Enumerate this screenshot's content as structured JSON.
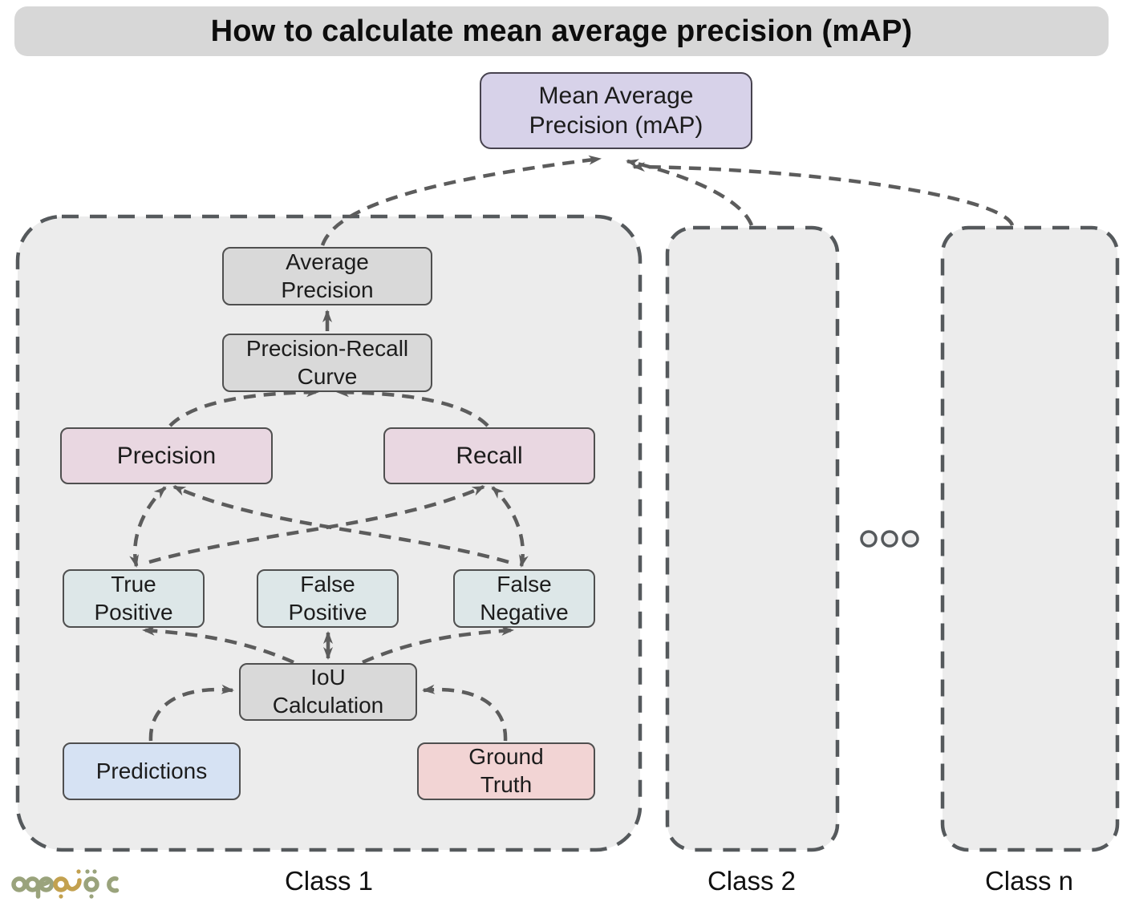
{
  "title": "How to calculate mean average precision (mAP)",
  "root_node": {
    "line1": "Mean Average",
    "line2": "Precision (mAP)"
  },
  "nodes": {
    "average_precision": {
      "line1": "Average",
      "line2": "Precision"
    },
    "pr_curve": {
      "line1": "Precision-Recall",
      "line2": "Curve"
    },
    "precision": {
      "label": "Precision"
    },
    "recall": {
      "label": "Recall"
    },
    "true_positive": {
      "line1": "True",
      "line2": "Positive"
    },
    "false_positive": {
      "line1": "False",
      "line2": "Positive"
    },
    "false_negative": {
      "line1": "False",
      "line2": "Negative"
    },
    "iou": {
      "line1": "IoU",
      "line2": "Calculation"
    },
    "predictions": {
      "label": "Predictions"
    },
    "ground_truth": {
      "line1": "Ground",
      "line2": "Truth"
    }
  },
  "classes": [
    {
      "label": "Class 1"
    },
    {
      "label": "Class 2"
    },
    {
      "label": "Class n"
    }
  ],
  "separator": {
    "icon": "ellipsis-dots",
    "count": 3
  },
  "footer": {
    "logo_icon": "brand-logo"
  },
  "colors": {
    "title_bar": "#d7d7d7",
    "map_box": "#d7d2e9",
    "process_box": "#d9d9d9",
    "metric_box": "#e9d7e1",
    "count_box": "#dde7e8",
    "predictions_box": "#d6e2f3",
    "ground_truth_box": "#f2d4d4",
    "container_fill": "#ececec",
    "arrow": "#5c5c5c",
    "logo_green": "#9aa37c",
    "logo_gold": "#c3a14f"
  }
}
